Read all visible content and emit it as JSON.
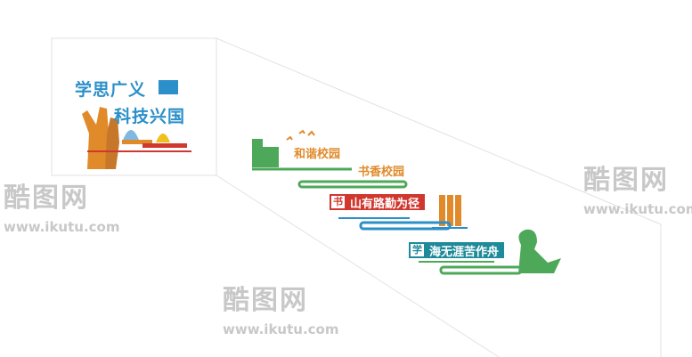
{
  "panel": {
    "line1": "学思广义",
    "line2": "科技兴国"
  },
  "stairs": {
    "slogan1": "和谐校园",
    "slogan2": "书香校园",
    "slogan3_badge": "书",
    "slogan3": "山有路勤为径",
    "slogan4_badge": "学",
    "slogan4": "海无涯苦作舟"
  },
  "watermark": {
    "brand": "酷图网",
    "url": "www.ikutu.com"
  },
  "colors": {
    "blue": "#2b8fc9",
    "orange": "#e08a2a",
    "green": "#4ea85a",
    "red": "#d0372e",
    "teal": "#1f8a9a",
    "wall_line": "#e2e2e2"
  }
}
